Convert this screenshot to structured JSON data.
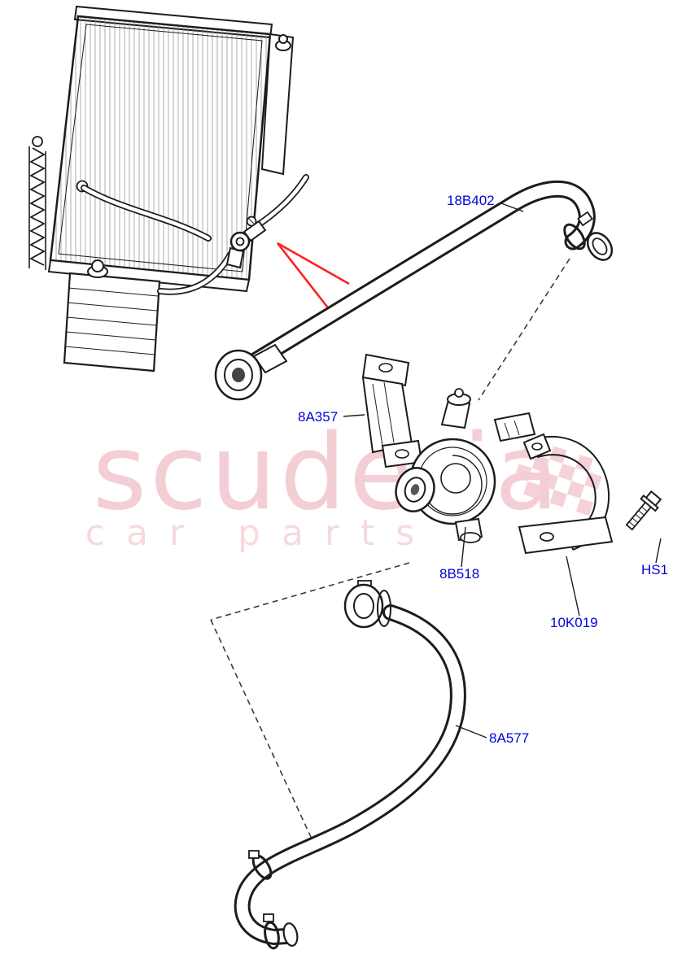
{
  "watermark": {
    "line1": "scuderia",
    "line2": "car parts"
  },
  "labels": {
    "hose_upper": "18B402",
    "pump_bracket": "8A357",
    "water_pump": "8B518",
    "screw": "HS1",
    "mount_bracket": "10K019",
    "hose_lower": "8A577"
  },
  "colors": {
    "label": "#0202dc",
    "arrow": "#ff2020",
    "watermark": "#f3ced4",
    "watermark_light": "#f6dade",
    "line": "#1c1c1c"
  }
}
